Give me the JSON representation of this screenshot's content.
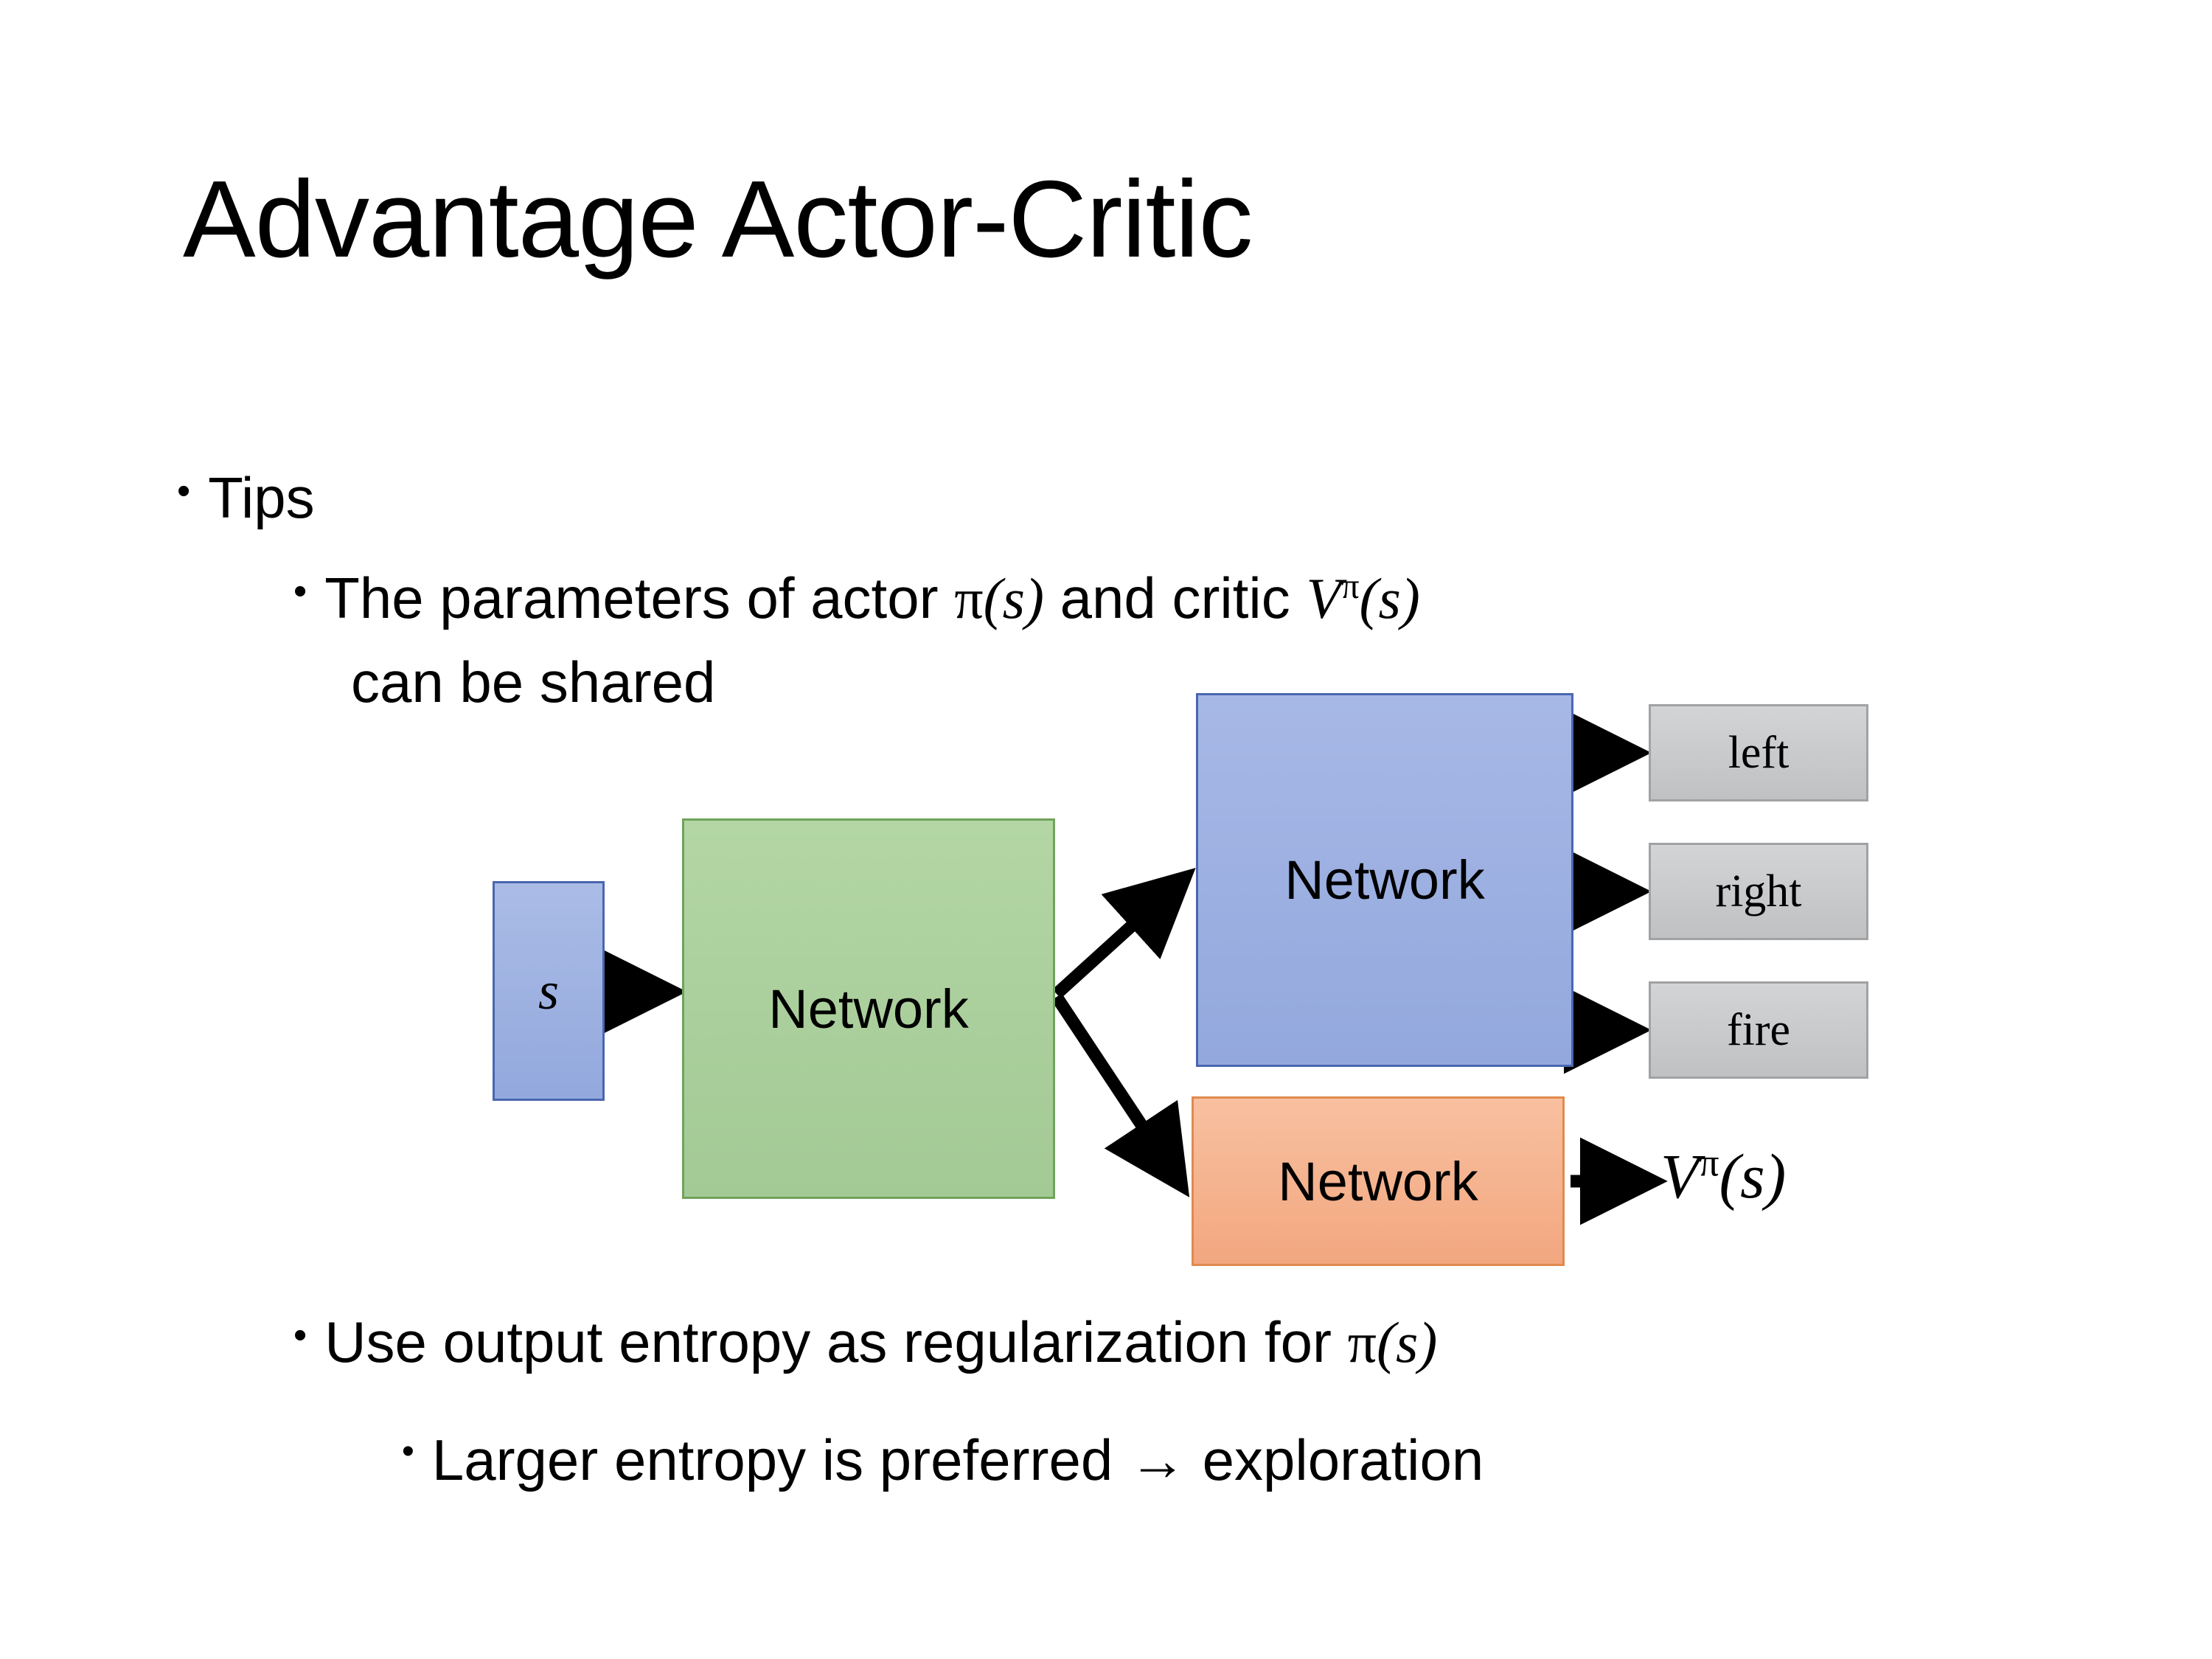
{
  "slide": {
    "title": "Advantage Actor-Critic"
  },
  "bullets": {
    "tips": "Tips",
    "params_prefix": "The parameters of actor ",
    "params_pi": "π",
    "params_pi_arg": "(s)",
    "params_mid": "  and critic ",
    "params_v": "V",
    "params_v_sup": "π",
    "params_v_arg": "(s)",
    "params_line2": "can be shared",
    "entropy_prefix": "Use output entropy as regularization for ",
    "entropy_pi": "π",
    "entropy_pi_arg": "(s)",
    "larger": "Larger entropy is preferred → exploration"
  },
  "diagram": {
    "state_label": "s",
    "shared_network_label": "Network",
    "actor_network_label": "Network",
    "critic_network_label": "Network",
    "actions": [
      {
        "label": "left"
      },
      {
        "label": "right"
      },
      {
        "label": "fire"
      }
    ],
    "value_output": {
      "v": "V",
      "sup": "π",
      "arg": "(s)"
    }
  },
  "colors": {
    "state_fill": "#9DB0E0",
    "shared_fill": "#A9CF9A",
    "actor_fill": "#9DB0E0",
    "critic_fill": "#F4B289",
    "action_fill": "#C6C8CA",
    "arrow": "#000000",
    "background": "#FFFFFF",
    "text": "#000000"
  }
}
